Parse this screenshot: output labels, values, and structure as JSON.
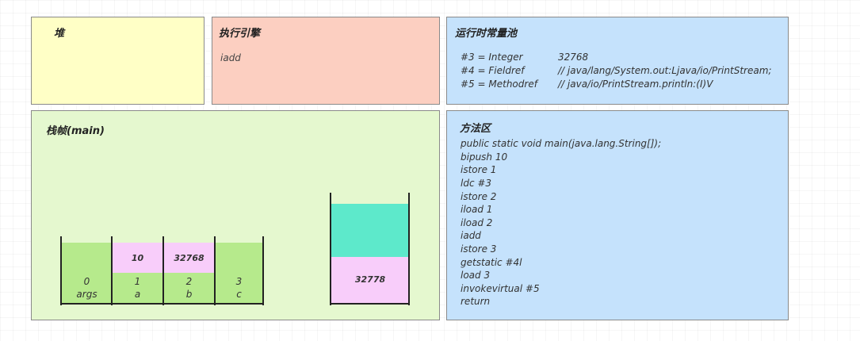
{
  "heap": {
    "title": "堆"
  },
  "engine": {
    "title": "执行引擎",
    "instruction": "iadd"
  },
  "pool": {
    "title": "运行时常量池",
    "rows": [
      {
        "key": "#3 = Integer",
        "value": "32768"
      },
      {
        "key": "#4 = Fieldref",
        "value": "// java/lang/System.out:Ljava/io/PrintStream;"
      },
      {
        "key": "#5 = Methodref",
        "value": "// java/io/PrintStream.println:(I)V"
      }
    ]
  },
  "frame": {
    "title": "栈帧(main)",
    "locals": [
      {
        "index": "0",
        "name": "args",
        "value": ""
      },
      {
        "index": "1",
        "name": "a",
        "value": "10"
      },
      {
        "index": "2",
        "name": "b",
        "value": "32768"
      },
      {
        "index": "3",
        "name": "c",
        "value": ""
      }
    ],
    "operand_stack": {
      "value": "32778"
    }
  },
  "method_area": {
    "title": "方法区",
    "lines": [
      "public static void main(java.lang.String[]);",
      "bipush 10",
      "istore 1",
      "ldc #3",
      "istore 2",
      "iload 1",
      "iload 2",
      "iadd",
      "istore 3",
      "getstatic #4l",
      "load 3",
      "invokevirtual #5",
      "return"
    ]
  },
  "colors": {
    "heap": "#ffffc6",
    "engine": "#fccfc1",
    "pool": "#c5e2fc",
    "frame": "#e5f8cf",
    "slot_empty": "#b6ea8c",
    "slot_value": "#f8cdfa",
    "stack_top": "#5de9cb",
    "stack_value": "#f8cdfa"
  }
}
